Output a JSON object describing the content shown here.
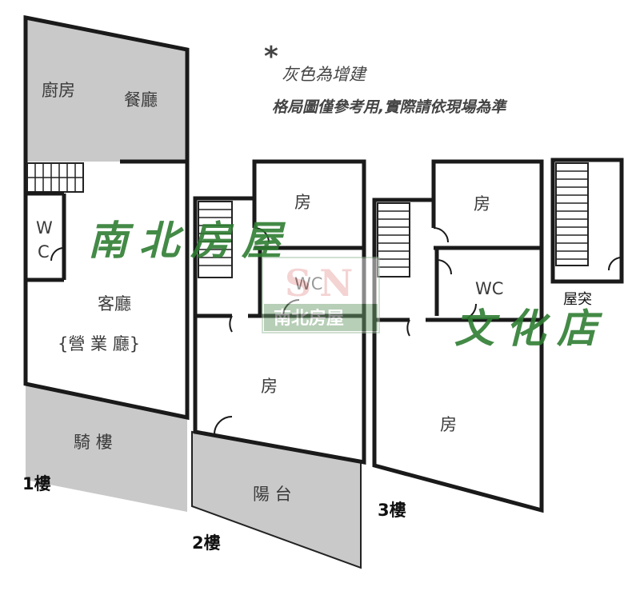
{
  "notes": {
    "line1": "灰色為增建",
    "line2": "格局圖僅參考用,實際請依現場為準"
  },
  "floor1": {
    "label": "1樓",
    "kitchen": "廚房",
    "dining": "餐廳",
    "wc_top": "W",
    "wc_bottom": "C",
    "living": "客廳",
    "living_sub": "{營 業 廳}",
    "arcade": "騎 樓"
  },
  "floor2": {
    "label": "2樓",
    "room_top": "房",
    "wc": "WC",
    "room_main": "房",
    "balcony": "陽 台"
  },
  "floor3": {
    "label": "3樓",
    "room_top": "房",
    "wc": "WC",
    "room_main": "房"
  },
  "roof": {
    "label": "屋突"
  },
  "watermarks": {
    "brand": "南北房屋",
    "branch": "文化店",
    "logo_letters": "SN",
    "logo_name": "南北房屋"
  },
  "colors": {
    "added_area": "#c9c9c9",
    "watermark": "#2e7d32"
  }
}
